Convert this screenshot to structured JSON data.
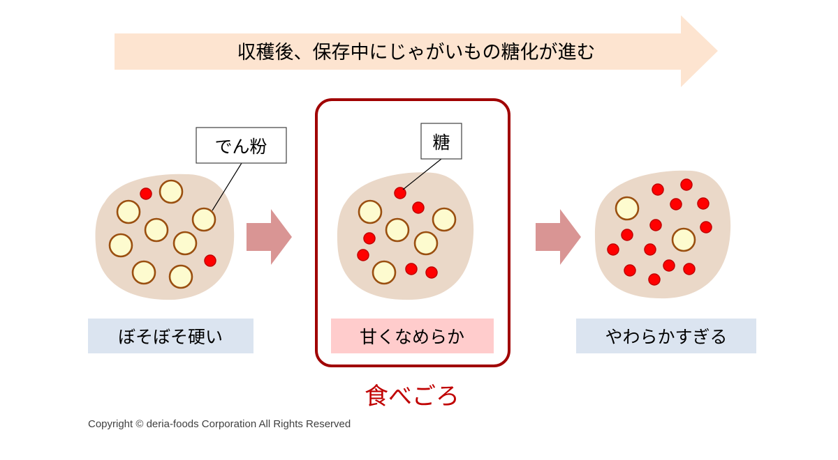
{
  "header_arrow": {
    "label": "収穫後、保存中にじゃがいもの糖化が進む",
    "color": "#fde4d0"
  },
  "stages": [
    {
      "id": "early",
      "label": "ぼそぼそ硬い",
      "label_bg": "#dbe4f0",
      "callout": "でん粉",
      "highlighted": false
    },
    {
      "id": "best",
      "label": "甘くなめらか",
      "label_bg": "#ffcccc",
      "callout": "糖",
      "highlighted": true
    },
    {
      "id": "late",
      "label": "やわらかすぎる",
      "label_bg": "#dbe4f0",
      "callout": "",
      "highlighted": false
    }
  ],
  "highlight_caption": "食べごろ",
  "copyright": "Copyright © deria-foods Corporation All Rights Reserved",
  "colors": {
    "potato": "#ead8c8",
    "starch_fill": "#fdfbcf",
    "starch_stroke": "#9a4f10",
    "sugar_fill": "#ff0000",
    "sugar_stroke": "#c00000",
    "step_arrow": "#d99594",
    "highlight_border": "#a00000",
    "caption": "#c00000"
  }
}
